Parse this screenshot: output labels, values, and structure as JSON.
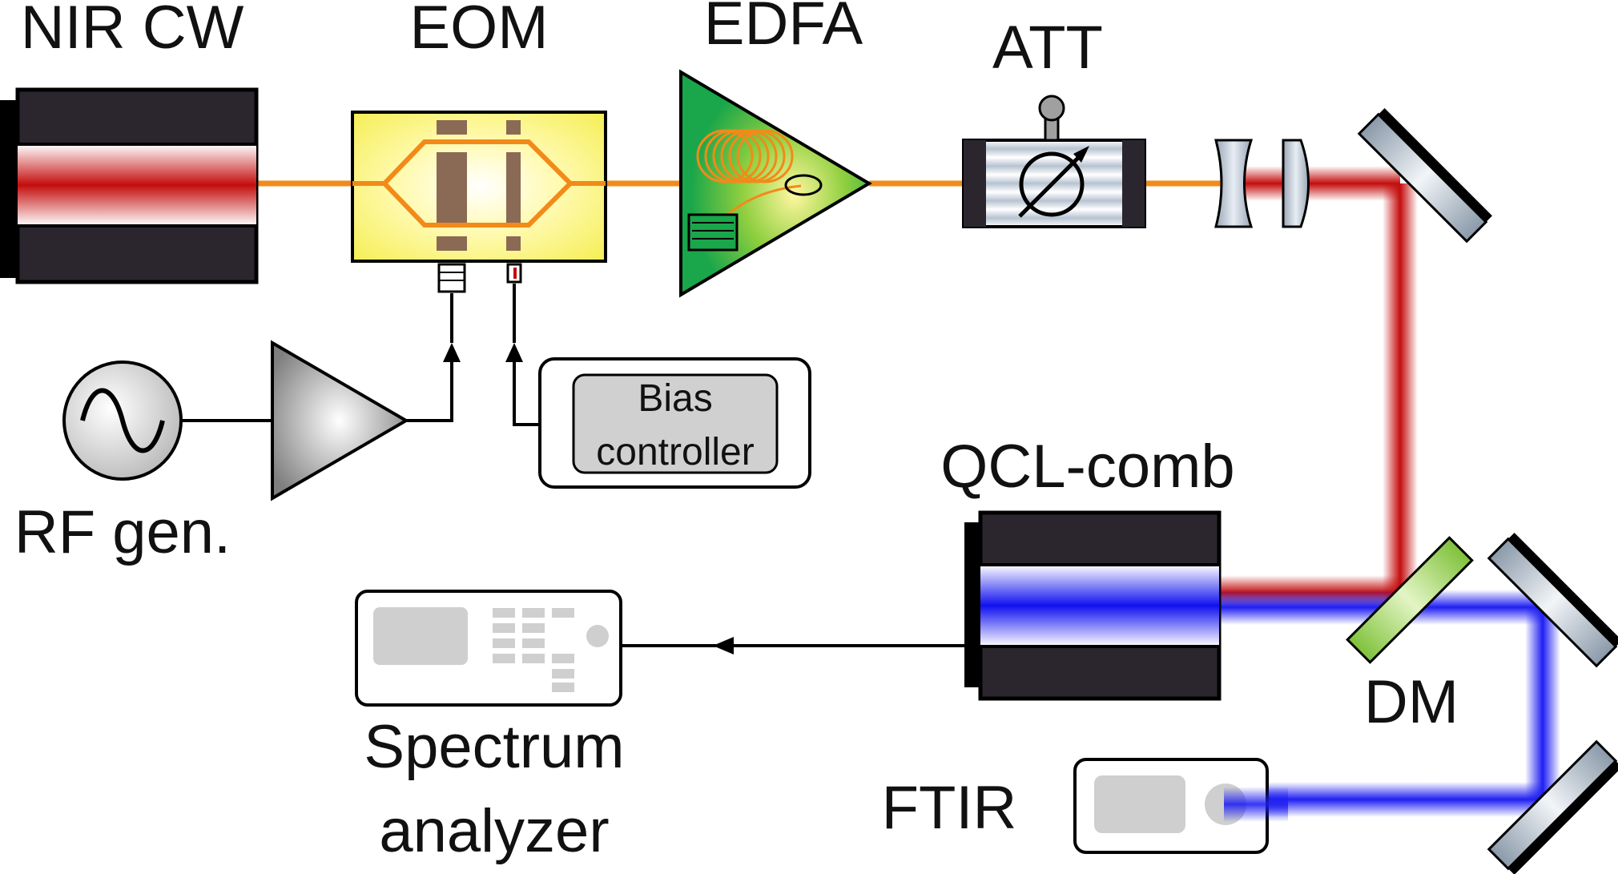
{
  "labels": {
    "nir_cw": "NIR CW",
    "eom": "EOM",
    "edfa": "EDFA",
    "att": "ATT",
    "rf_gen": "RF gen.",
    "bias_line1": "Bias",
    "bias_line2": "controller",
    "qcl_comb": "QCL-comb",
    "dm": "DM",
    "ftir": "FTIR",
    "spectrum_line1": "Spectrum",
    "spectrum_line2": "analyzer"
  },
  "colors": {
    "fiber": "#f28a1a",
    "nir_beam": "#c40d0d",
    "mir_beam": "#1f1ff2",
    "laser_body": "#2b262e",
    "edfa_green": "#1aa64a",
    "dm_green": "#8fcf3f",
    "eom_yellow": "#fff48a",
    "electrode": "#8a6a55"
  }
}
